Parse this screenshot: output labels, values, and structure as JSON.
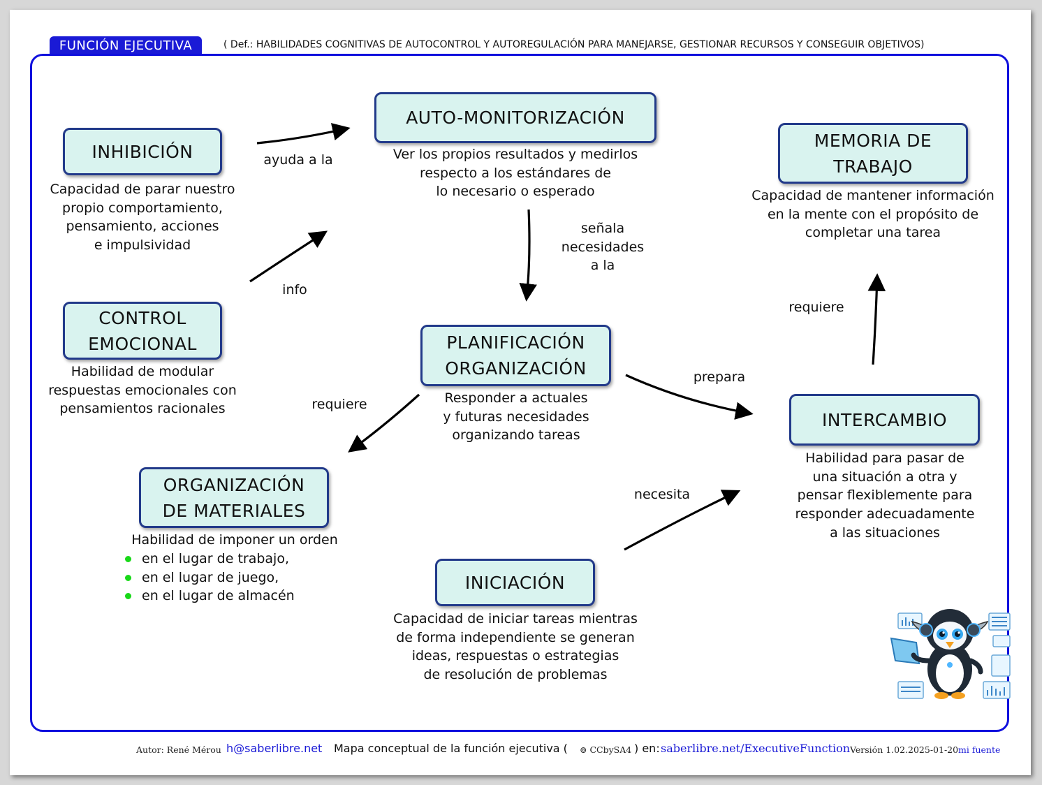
{
  "header": {
    "title": "FUNCIÓN EJECUTIVA",
    "definition": "( Def.: HABILIDADES COGNITIVAS DE AUTOCONTROL Y AUTOREGULACIÓN PARA MANEJARSE, GESTIONAR RECURSOS Y CONSEGUIR OBJETIVOS)"
  },
  "nodes": {
    "inhibicion": {
      "title": "INHIBICIÓN",
      "desc": "Capacidad de parar nuestro\npropio comportamiento,\npensamiento, acciones\ne impulsividad"
    },
    "control_emocional": {
      "title": "CONTROL\nEMOCIONAL",
      "desc": "Habilidad de modular\nrespuestas emocionales con\npensamientos racionales"
    },
    "auto_monitorizacion": {
      "title": "AUTO-MONITORIZACIÓN",
      "desc": "Ver los propios resultados y medirlos\nrespecto a los estándares de\nlo necesario o esperado"
    },
    "planificacion": {
      "title": "PLANIFICACIÓN\nORGANIZACIÓN",
      "desc": "Responder a actuales\ny futuras necesidades\norganizando tareas"
    },
    "memoria_trabajo": {
      "title": "MEMORIA DE\nTRABAJO",
      "desc": "Capacidad de mantener información\nen la mente con el propósito de\ncompletar una tarea"
    },
    "intercambio": {
      "title": "INTERCAMBIO",
      "desc": "Habilidad para pasar de\nuna situación a otra y\npensar flexiblemente para\nresponder adecuadamente\na las situaciones"
    },
    "organizacion_materiales": {
      "title": "ORGANIZACIÓN\nDE MATERIALES",
      "desc": "Habilidad de imponer un orden",
      "bullets": [
        "en el lugar de trabajo,",
        "en el lugar de juego,",
        "en el lugar de almacén"
      ]
    },
    "iniciacion": {
      "title": "INICIACIÓN",
      "desc": "Capacidad de iniciar tareas mientras\nde forma independiente se generan\nideas, respuestas o estrategias\nde resolución de problemas"
    }
  },
  "edges": {
    "inhibicion_to_automon": "ayuda a la",
    "control_to_automon": "info",
    "automon_to_planif": "señala\nnecesidades\na la",
    "planif_to_materiales": "requiere",
    "planif_to_intercambio": "prepara",
    "intercambio_to_memoria": "requiere",
    "iniciacion_to_intercambio": "necesita"
  },
  "footer": {
    "author": "Autor: René Mérou",
    "email": "h@saberlibre.net",
    "text": "Mapa conceptual de la función ejecutiva (",
    "license": "⊚ CCbySA4",
    "text2": ") en:",
    "site": "saberlibre.net/ExecutiveFunction",
    "version": "Versión 1.02.2025-01-20",
    "source": "mi fuente"
  },
  "colors": {
    "frame": "#1010dd",
    "node_fill": "#d9f3ef",
    "node_border": "#223a8a",
    "bullet": "#18d818"
  }
}
